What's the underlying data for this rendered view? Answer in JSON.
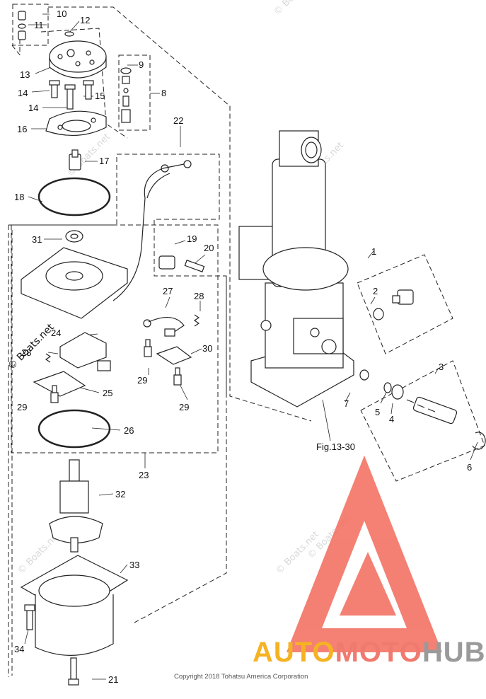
{
  "diagram": {
    "callouts": [
      "1",
      "2",
      "3",
      "4",
      "5",
      "6",
      "7",
      "8",
      "9",
      "10",
      "11",
      "12",
      "13",
      "14",
      "14",
      "15",
      "16",
      "17",
      "18",
      "19",
      "20",
      "21",
      "22",
      "23",
      "24",
      "25",
      "26",
      "27",
      "28",
      "28",
      "29",
      "29",
      "29",
      "29",
      "30",
      "31",
      "32",
      "33",
      "34"
    ],
    "figure_reference": "Fig.13-30",
    "copyright": "Copyright 2018 Tohatsu America Corporation",
    "watermark": "© Boats.net",
    "brand": {
      "part1": "AUTO",
      "part2": "MOTO",
      "part3": "HUB"
    },
    "colors": {
      "line": "#222222",
      "brand_yellow": "#f5b323",
      "brand_coral": "#f07a6f",
      "brand_gray": "#9a9a9a",
      "logo": "#f26b5b"
    }
  }
}
